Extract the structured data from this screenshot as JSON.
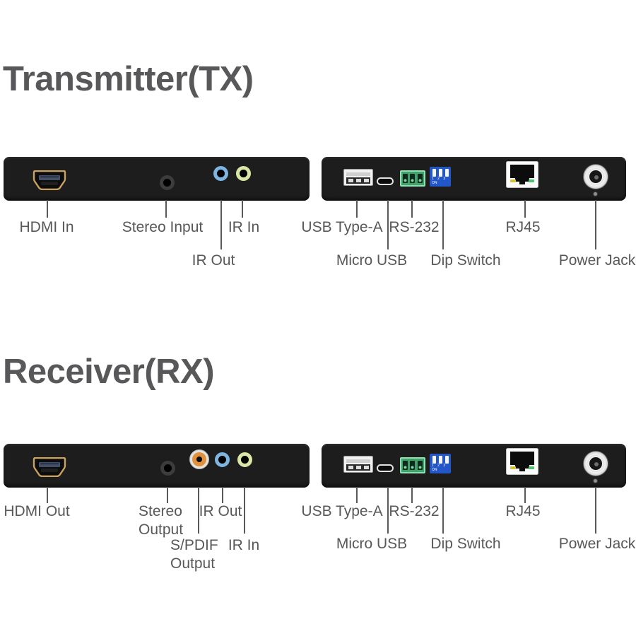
{
  "page": {
    "background": "#ffffff",
    "text_color": "#58585b"
  },
  "transmitter": {
    "title": "Transmitter(TX)",
    "labels": {
      "hdmi_in": "HDMI In",
      "stereo_input": "Stereo Input",
      "ir_in": "IR In",
      "ir_out": "IR Out",
      "usb_type_a": "USB Type-A",
      "rs232": "RS-232",
      "micro_usb": "Micro USB",
      "dip_switch": "Dip Switch",
      "rj45": "RJ45",
      "power_jack": "Power Jack"
    }
  },
  "receiver": {
    "title": "Receiver(RX)",
    "labels": {
      "hdmi_out": "HDMI Out",
      "stereo_line1": "Stereo",
      "stereo_line2": "Output",
      "ir_out": "IR Out",
      "spdif_line1": "S/PDIF",
      "spdif_line2": "Output",
      "ir_in": "IR In",
      "usb_type_a": "USB Type-A",
      "rs232": "RS-232",
      "micro_usb": "Micro USB",
      "dip_switch": "Dip Switch",
      "rj45": "RJ45",
      "power_jack": "Power Jack"
    }
  },
  "dip": {
    "numbers": "1 2 3",
    "on_label": "ON"
  },
  "colors": {
    "panel": "#1d1d1d",
    "label_text": "#58585b",
    "jack_blue": "#7db4e0",
    "jack_green": "#d9e6a6",
    "rca_orange": "#e2903c",
    "rs232_green": "#43a26c",
    "dip_blue": "#2356c7",
    "hdmi_gold": "#c9a25f"
  }
}
